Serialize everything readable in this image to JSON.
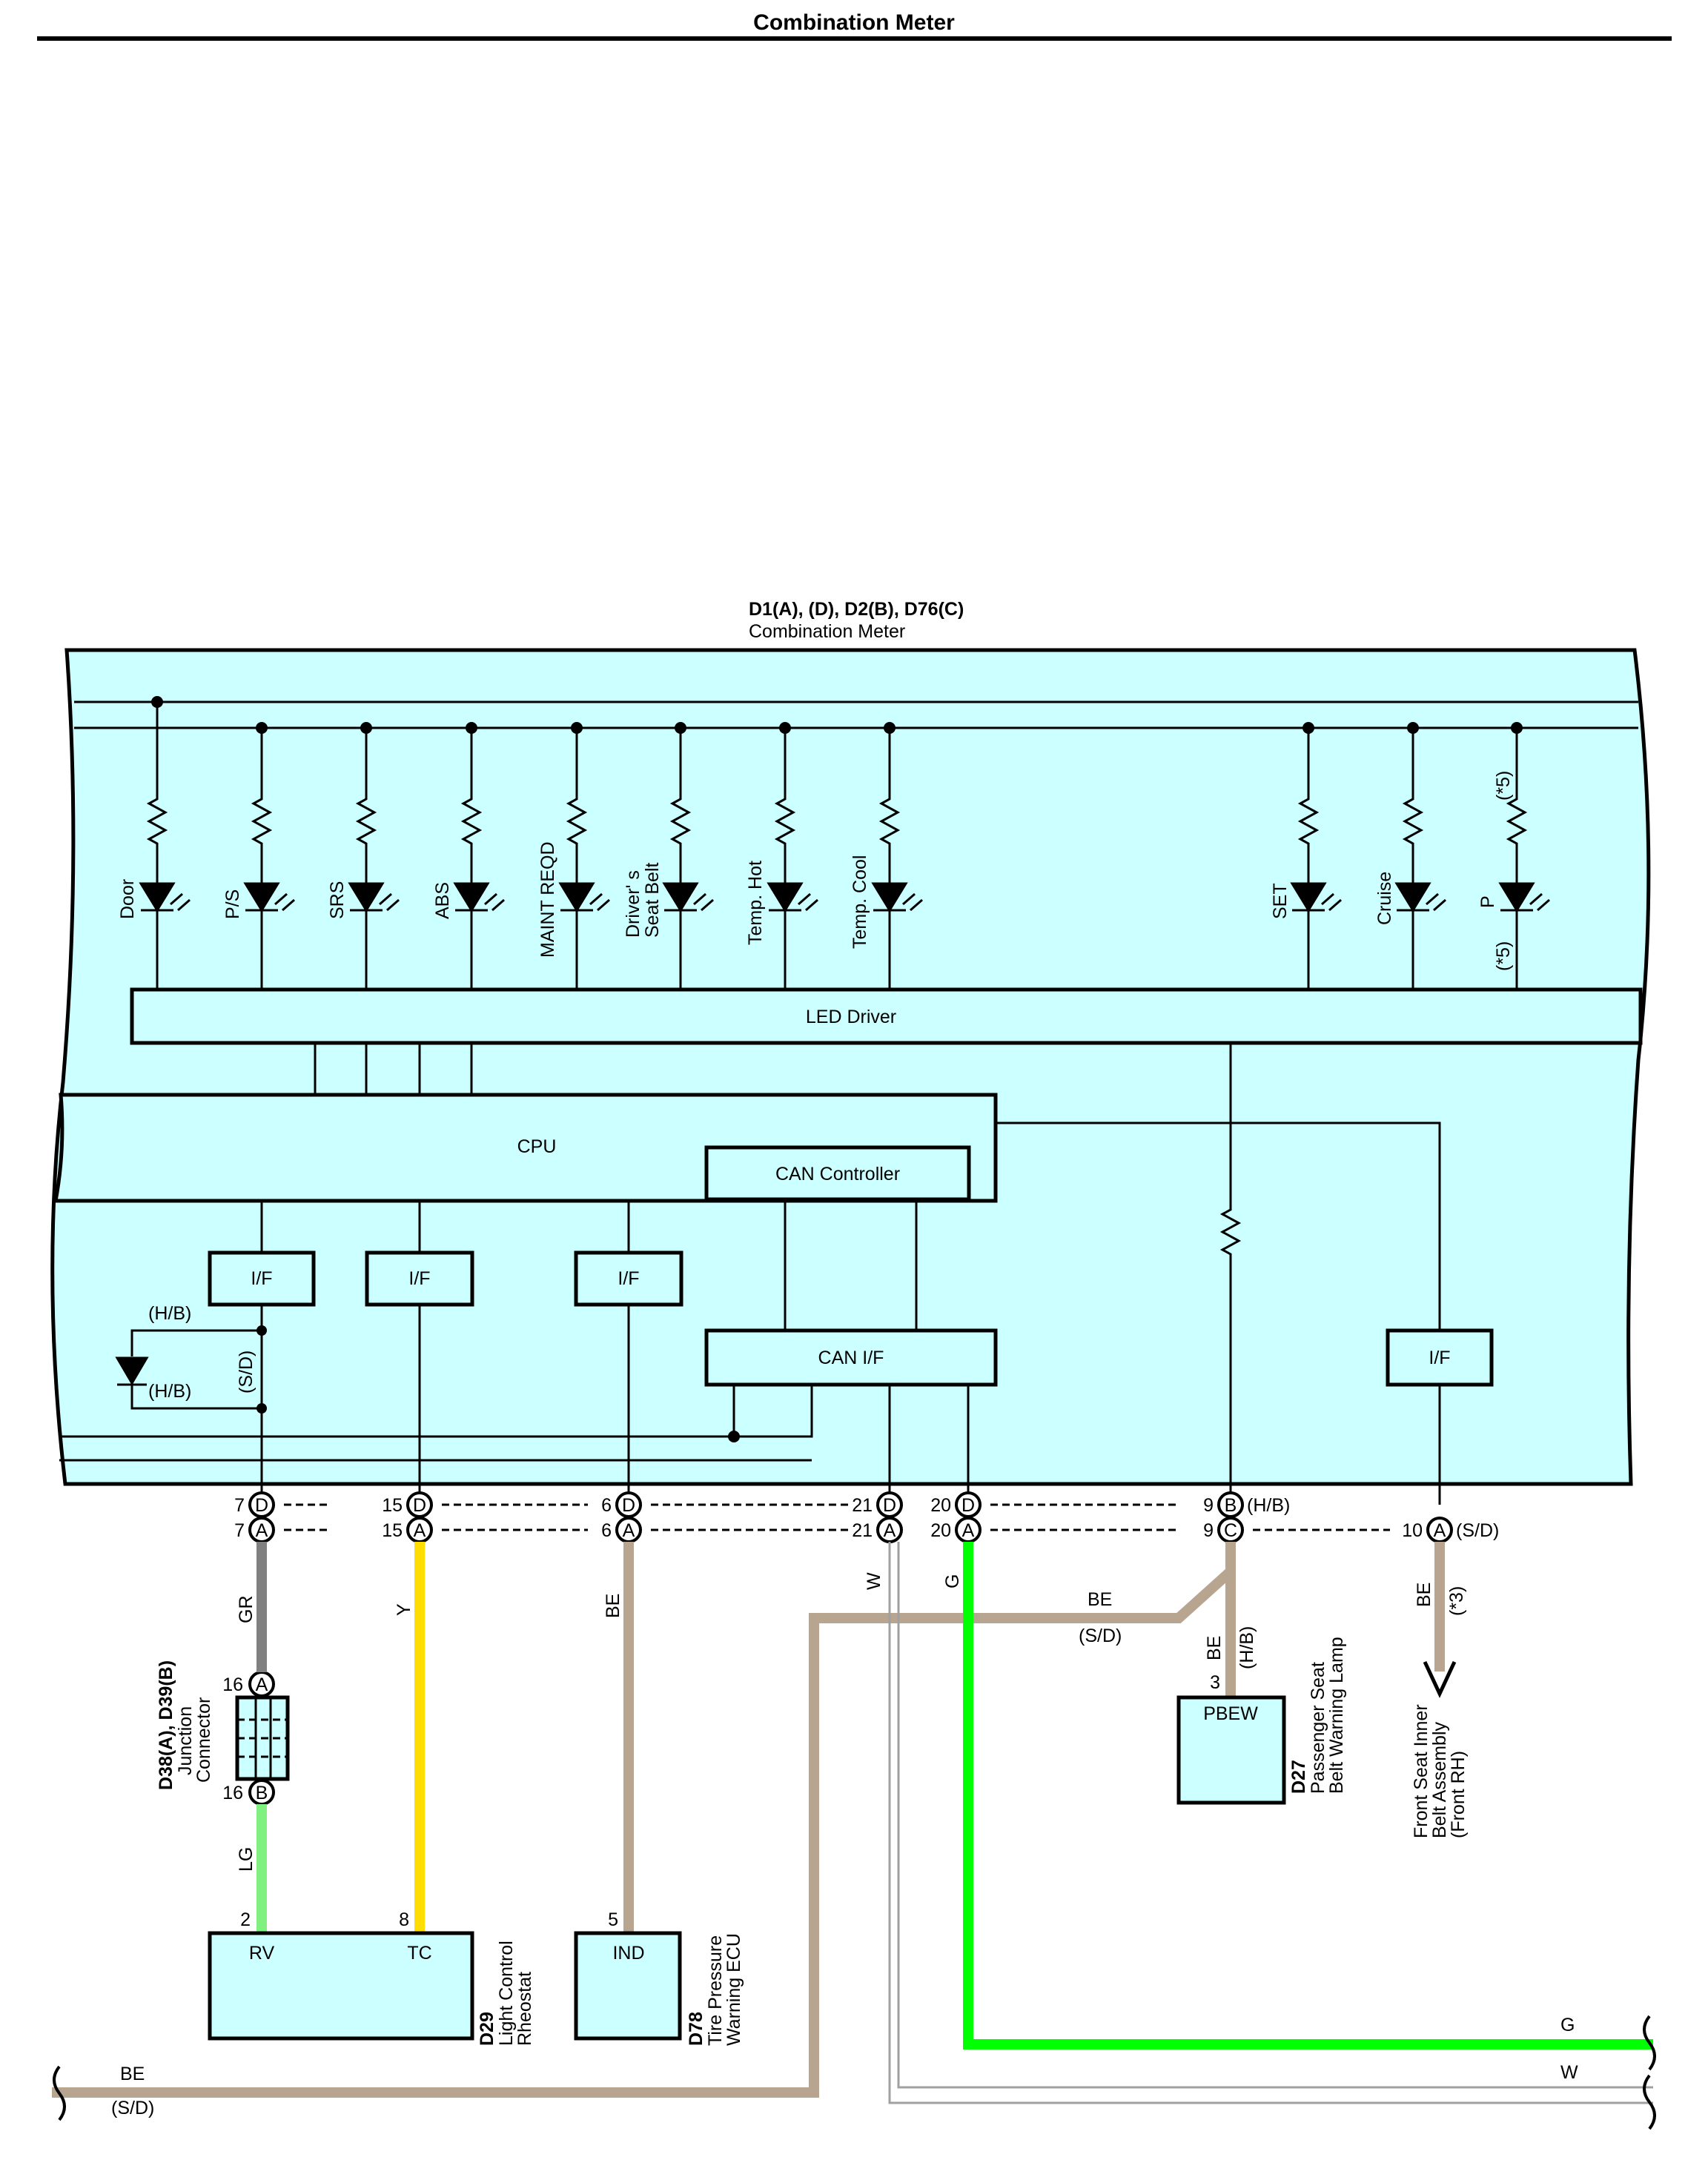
{
  "page": {
    "title": "Combination Meter"
  },
  "meter": {
    "codes": "D1(A), (D), D2(B), D76(C)",
    "name": "Combination Meter",
    "led_driver": "LED Driver",
    "cpu": "CPU",
    "can_controller": "CAN Controller",
    "can_if": "CAN I/F",
    "if_label": "I/F",
    "hb": "(H/B)",
    "sd": "(S/D)",
    "note5": "(*5)",
    "leds": [
      "Door",
      "P/S",
      "SRS",
      "ABS",
      "MAINT REQD",
      "Driver' s",
      "Seat Belt",
      "Temp. Hot",
      "Temp. Cool",
      "SET",
      "Cruise",
      "P"
    ]
  },
  "connectors": {
    "pins": {
      "d7": "7",
      "a7": "7",
      "d15": "15",
      "a15": "15",
      "d6": "6",
      "a6": "6",
      "d21": "21",
      "a21": "21",
      "d20": "20",
      "a20": "20",
      "b9": "9",
      "c9": "9",
      "a10": "10"
    },
    "letters": {
      "a": "A",
      "b": "B",
      "c": "C",
      "d": "D"
    }
  },
  "wires": {
    "gr": "GR",
    "y": "Y",
    "be": "BE",
    "w": "W",
    "g": "G",
    "lg": "LG",
    "sd": "(S/D)",
    "hb": "(H/B)",
    "note3": "(*3)"
  },
  "junction": {
    "code": "D38(A), D39(B)",
    "name1": "Junction",
    "name2": "Connector",
    "pin_top": "16",
    "pin_bot": "16"
  },
  "components": {
    "rheostat": {
      "code": "D29",
      "name1": "Light Control",
      "name2": "Rheostat",
      "rv": "RV",
      "tc": "TC",
      "pin_rv": "2",
      "pin_tc": "8"
    },
    "tpms": {
      "code": "D78",
      "name1": "Tire Pressure",
      "name2": "Warning ECU",
      "ind": "IND",
      "pin": "5"
    },
    "pbew": {
      "code": "D27",
      "name1": "Passenger Seat",
      "name2": "Belt Warning Lamp",
      "label": "PBEW",
      "pin": "3"
    },
    "seat_belt": {
      "name1": "Front Seat Inner",
      "name2": "Belt Assembly",
      "name3": "(Front RH)"
    }
  },
  "colors": {
    "panel": "#ccffff",
    "gray": "#808080",
    "yellow": "#ffdd00",
    "tan": "#b8a590",
    "green": "#00ff00",
    "light_green": "#80f080",
    "white_wire": "#a0a0a0"
  }
}
